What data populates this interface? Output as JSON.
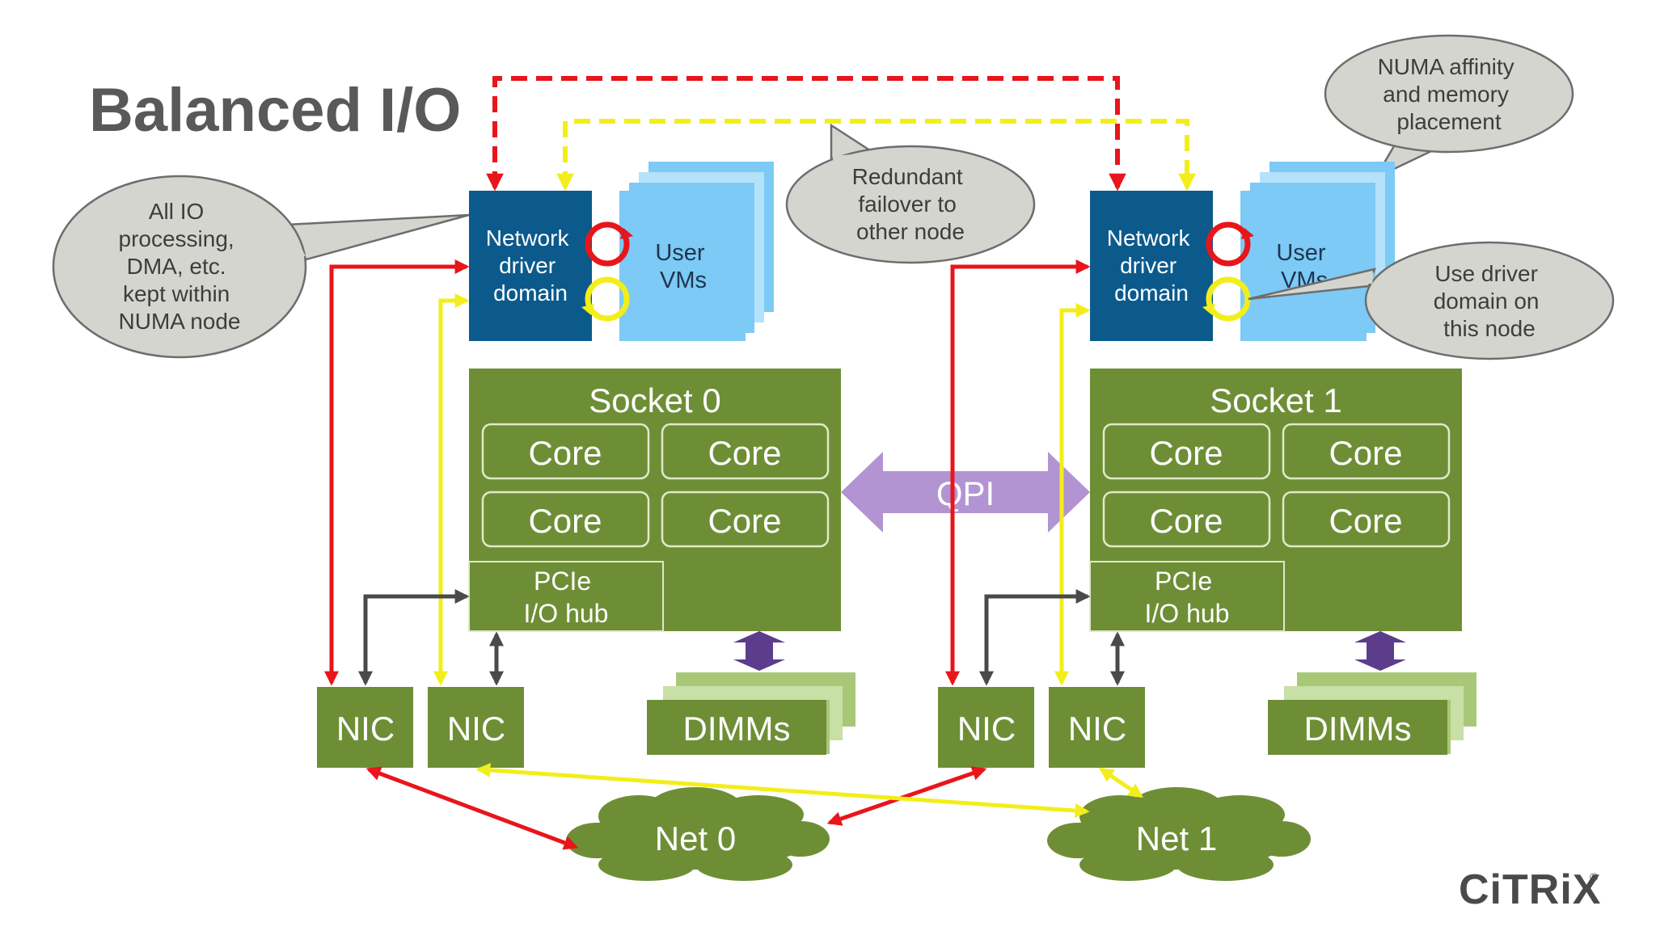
{
  "slide": {
    "title": "Balanced I/O",
    "brand": "CiTRiX",
    "brand_mark": "®"
  },
  "callouts": {
    "numa_io": [
      "All IO",
      "processing,",
      "DMA, etc.",
      "kept within",
      "NUMA node"
    ],
    "failover": [
      "Redundant",
      "failover to",
      "other node"
    ],
    "numa_affinity": [
      "NUMA affinity",
      "and memory",
      "placement"
    ],
    "use_driver": [
      "Use driver",
      "domain on",
      "this node"
    ]
  },
  "nodes": [
    {
      "driver_domain": [
        "Network",
        "driver",
        "domain"
      ],
      "user_vms": [
        "User",
        "VMs"
      ],
      "socket": "Socket 0",
      "cores": [
        "Core",
        "Core",
        "Core",
        "Core"
      ],
      "io_hub": [
        "PCIe",
        "I/O hub"
      ],
      "nics": [
        "NIC",
        "NIC"
      ],
      "dimms": "DIMMs"
    },
    {
      "driver_domain": [
        "Network",
        "driver",
        "domain"
      ],
      "user_vms": [
        "User",
        "VMs"
      ],
      "socket": "Socket 1",
      "cores": [
        "Core",
        "Core",
        "Core",
        "Core"
      ],
      "io_hub": [
        "PCIe",
        "I/O hub"
      ],
      "nics": [
        "NIC",
        "NIC"
      ],
      "dimms": "DIMMs"
    }
  ],
  "interconnect": "QPI",
  "networks": [
    "Net 0",
    "Net 1"
  ],
  "colors": {
    "title": "#58595b",
    "driver_domain": "#0c5a8c",
    "user_vms": "#7ccaf5",
    "socket": "#6e8e36",
    "dimm_light": "#a8c878",
    "callout": "#d5d5d0",
    "qpi": "#b294d2",
    "dimm_arrow": "#5b3d8c",
    "primary_path": "#e8151b",
    "failover_path": "#f2ee1a",
    "control_path": "#4a4a4a"
  }
}
